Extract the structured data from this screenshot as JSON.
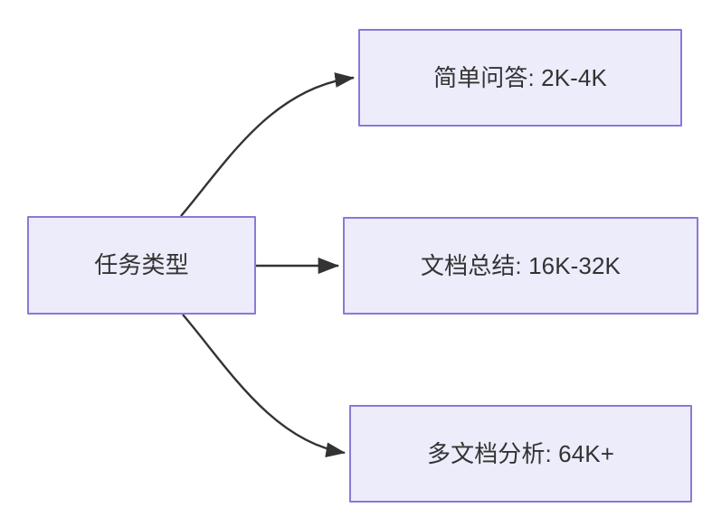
{
  "diagram": {
    "type": "flowchart",
    "direction": "left-to-right",
    "background_color": "#ffffff",
    "node_fill_color": "#ececfb",
    "node_border_color": "#8c78d6",
    "node_text_color": "#333333",
    "edge_color": "#333333",
    "nodes": [
      {
        "id": "root",
        "label": "任务类型",
        "role": "source"
      },
      {
        "id": "simple-qa",
        "label": "简单问答: 2K-4K",
        "role": "target"
      },
      {
        "id": "doc-summary",
        "label": "文档总结: 16K-32K",
        "role": "target"
      },
      {
        "id": "multi-doc",
        "label": "多文档分析: 64K+",
        "role": "target"
      }
    ],
    "edges": [
      {
        "id": "root-to-simple-qa",
        "from": "root",
        "to": "simple-qa",
        "label": "",
        "style": "curved-arrow"
      },
      {
        "id": "root-to-doc-summary",
        "from": "root",
        "to": "doc-summary",
        "label": "",
        "style": "straight-arrow"
      },
      {
        "id": "root-to-multi-doc",
        "from": "root",
        "to": "multi-doc",
        "label": "",
        "style": "curved-arrow"
      }
    ]
  }
}
